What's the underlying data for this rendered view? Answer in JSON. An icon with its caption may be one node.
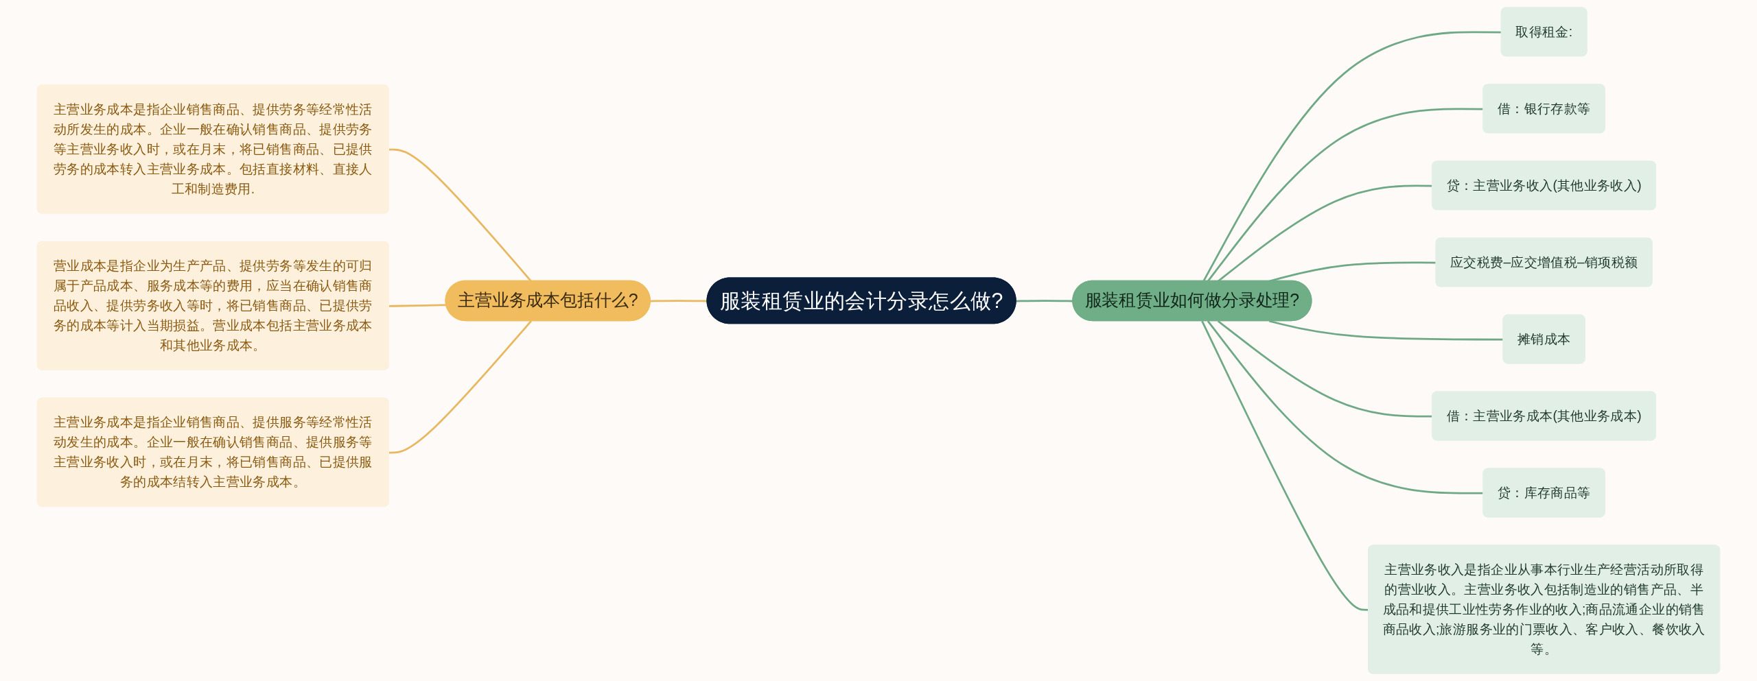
{
  "diagram": {
    "nodes": [
      {
        "text": [
          "服装租赁业的会计分录怎么做?"
        ]
      },
      {
        "text": [
          "主营业务成本包括什么?"
        ]
      },
      {
        "text": [
          "主营业务成本是指企业销售商品、提供劳务等经常性活动所发生的成本。企业一般在确认销售商品、提供劳务等主营业务收入时，或在月末，将已销售商品、已提供劳务的成本转入主营业务成本。包括直接材料、直接人工和制造费用."
        ]
      },
      {
        "text": [
          "营业成本是指企业为生产产品、提供劳务等发生的可归属于产品成本、服务成本等的费用，应当在确认销售商品收入、提供劳务收入等时，将已销售商品、已提供劳务的成本等计入当期损益。营业成本包括主营业务成本和其他业务成本。"
        ]
      },
      {
        "text": [
          "主营业务成本是指企业销售商品、提供服务等经常性活动发生的成本。企业一般在确认销售商品、提供服务等主营业务收入时，或在月末，将已销售商品、已提供服务的成本结转入主营业务成本。"
        ]
      },
      {
        "text": [
          "服装租赁业如何做分录处理?"
        ]
      },
      {
        "text": [
          "取得租金:"
        ]
      },
      {
        "text": [
          "借：银行存款等"
        ]
      },
      {
        "text": [
          "贷：主营业务收入(其他业务收入)"
        ]
      },
      {
        "text": [
          "应交税费–应交增值税–销项税额"
        ]
      },
      {
        "text": [
          "摊销成本"
        ]
      },
      {
        "text": [
          "借：主营业务成本(其他业务成本)"
        ]
      },
      {
        "text": [
          "贷：库存商品等"
        ]
      },
      {
        "text": [
          "主营业务收入是指企业从事本行业生产经营活动所取得的营业收入。主营业务收入包括制造业的销售产品、半成品和提供工业性劳务作业的收入;商品流通企业的销售商品收入;旅游服务业的门票收入、客户收入、餐饮收入等。"
        ]
      }
    ],
    "edges": [
      {
        "from": 1,
        "to": 0,
        "arrow": "none",
        "color": "#e8b860"
      },
      {
        "from": 2,
        "to": 1,
        "arrow": "none",
        "color": "#e8b860"
      },
      {
        "from": 3,
        "to": 1,
        "arrow": "none",
        "color": "#e8b860"
      },
      {
        "from": 4,
        "to": 1,
        "arrow": "none",
        "color": "#e8b860"
      },
      {
        "from": 0,
        "to": 5,
        "arrow": "none"
      },
      {
        "from": 5,
        "to": 6,
        "arrow": "none"
      },
      {
        "from": 5,
        "to": 7,
        "arrow": "none"
      },
      {
        "from": 5,
        "to": 8,
        "arrow": "none"
      },
      {
        "from": 5,
        "to": 9,
        "arrow": "none"
      },
      {
        "from": 5,
        "to": 10,
        "arrow": "none"
      },
      {
        "from": 5,
        "to": 11,
        "arrow": "none"
      },
      {
        "from": 5,
        "to": 12,
        "arrow": "none"
      },
      {
        "from": 5,
        "to": 13,
        "arrow": "none"
      }
    ]
  }
}
